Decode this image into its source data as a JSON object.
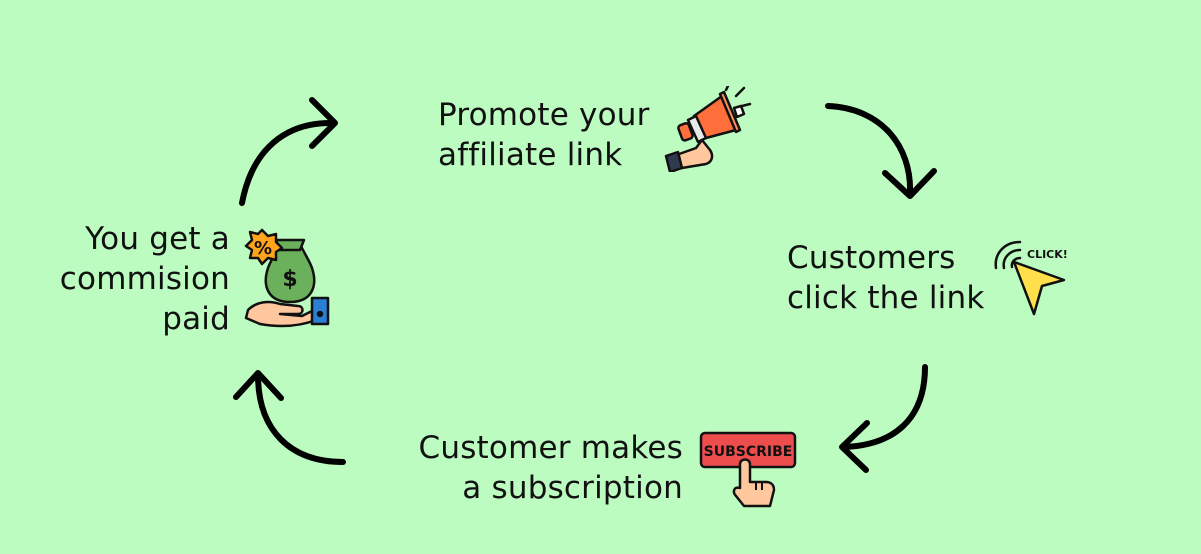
{
  "steps": {
    "promote": {
      "line1": "Promote your",
      "line2": "affiliate link",
      "icon": "megaphone-icon"
    },
    "click": {
      "line1": "Customers",
      "line2": "click the link",
      "icon": "click-cursor-icon",
      "badge": "CLICK!"
    },
    "subscribe": {
      "line1": "Customer makes",
      "line2": "a subscription",
      "icon": "subscribe-button-icon",
      "button_text": "SUBSCRIBE"
    },
    "commission": {
      "line1": "You get a",
      "line2": "commision",
      "line3": "paid",
      "icon": "money-bag-hand-icon",
      "badge": "%",
      "bag_symbol": "$"
    }
  },
  "colors": {
    "background": "#bdfcc0",
    "text": "#111111",
    "arrow": "#000000",
    "megaphone": "#ff6f3c",
    "cursor": "#ffe04a",
    "subscribe": "#ee4d4d",
    "bag": "#6bb05a",
    "badge": "#ffa41b",
    "sleeve": "#2a7fd4"
  }
}
